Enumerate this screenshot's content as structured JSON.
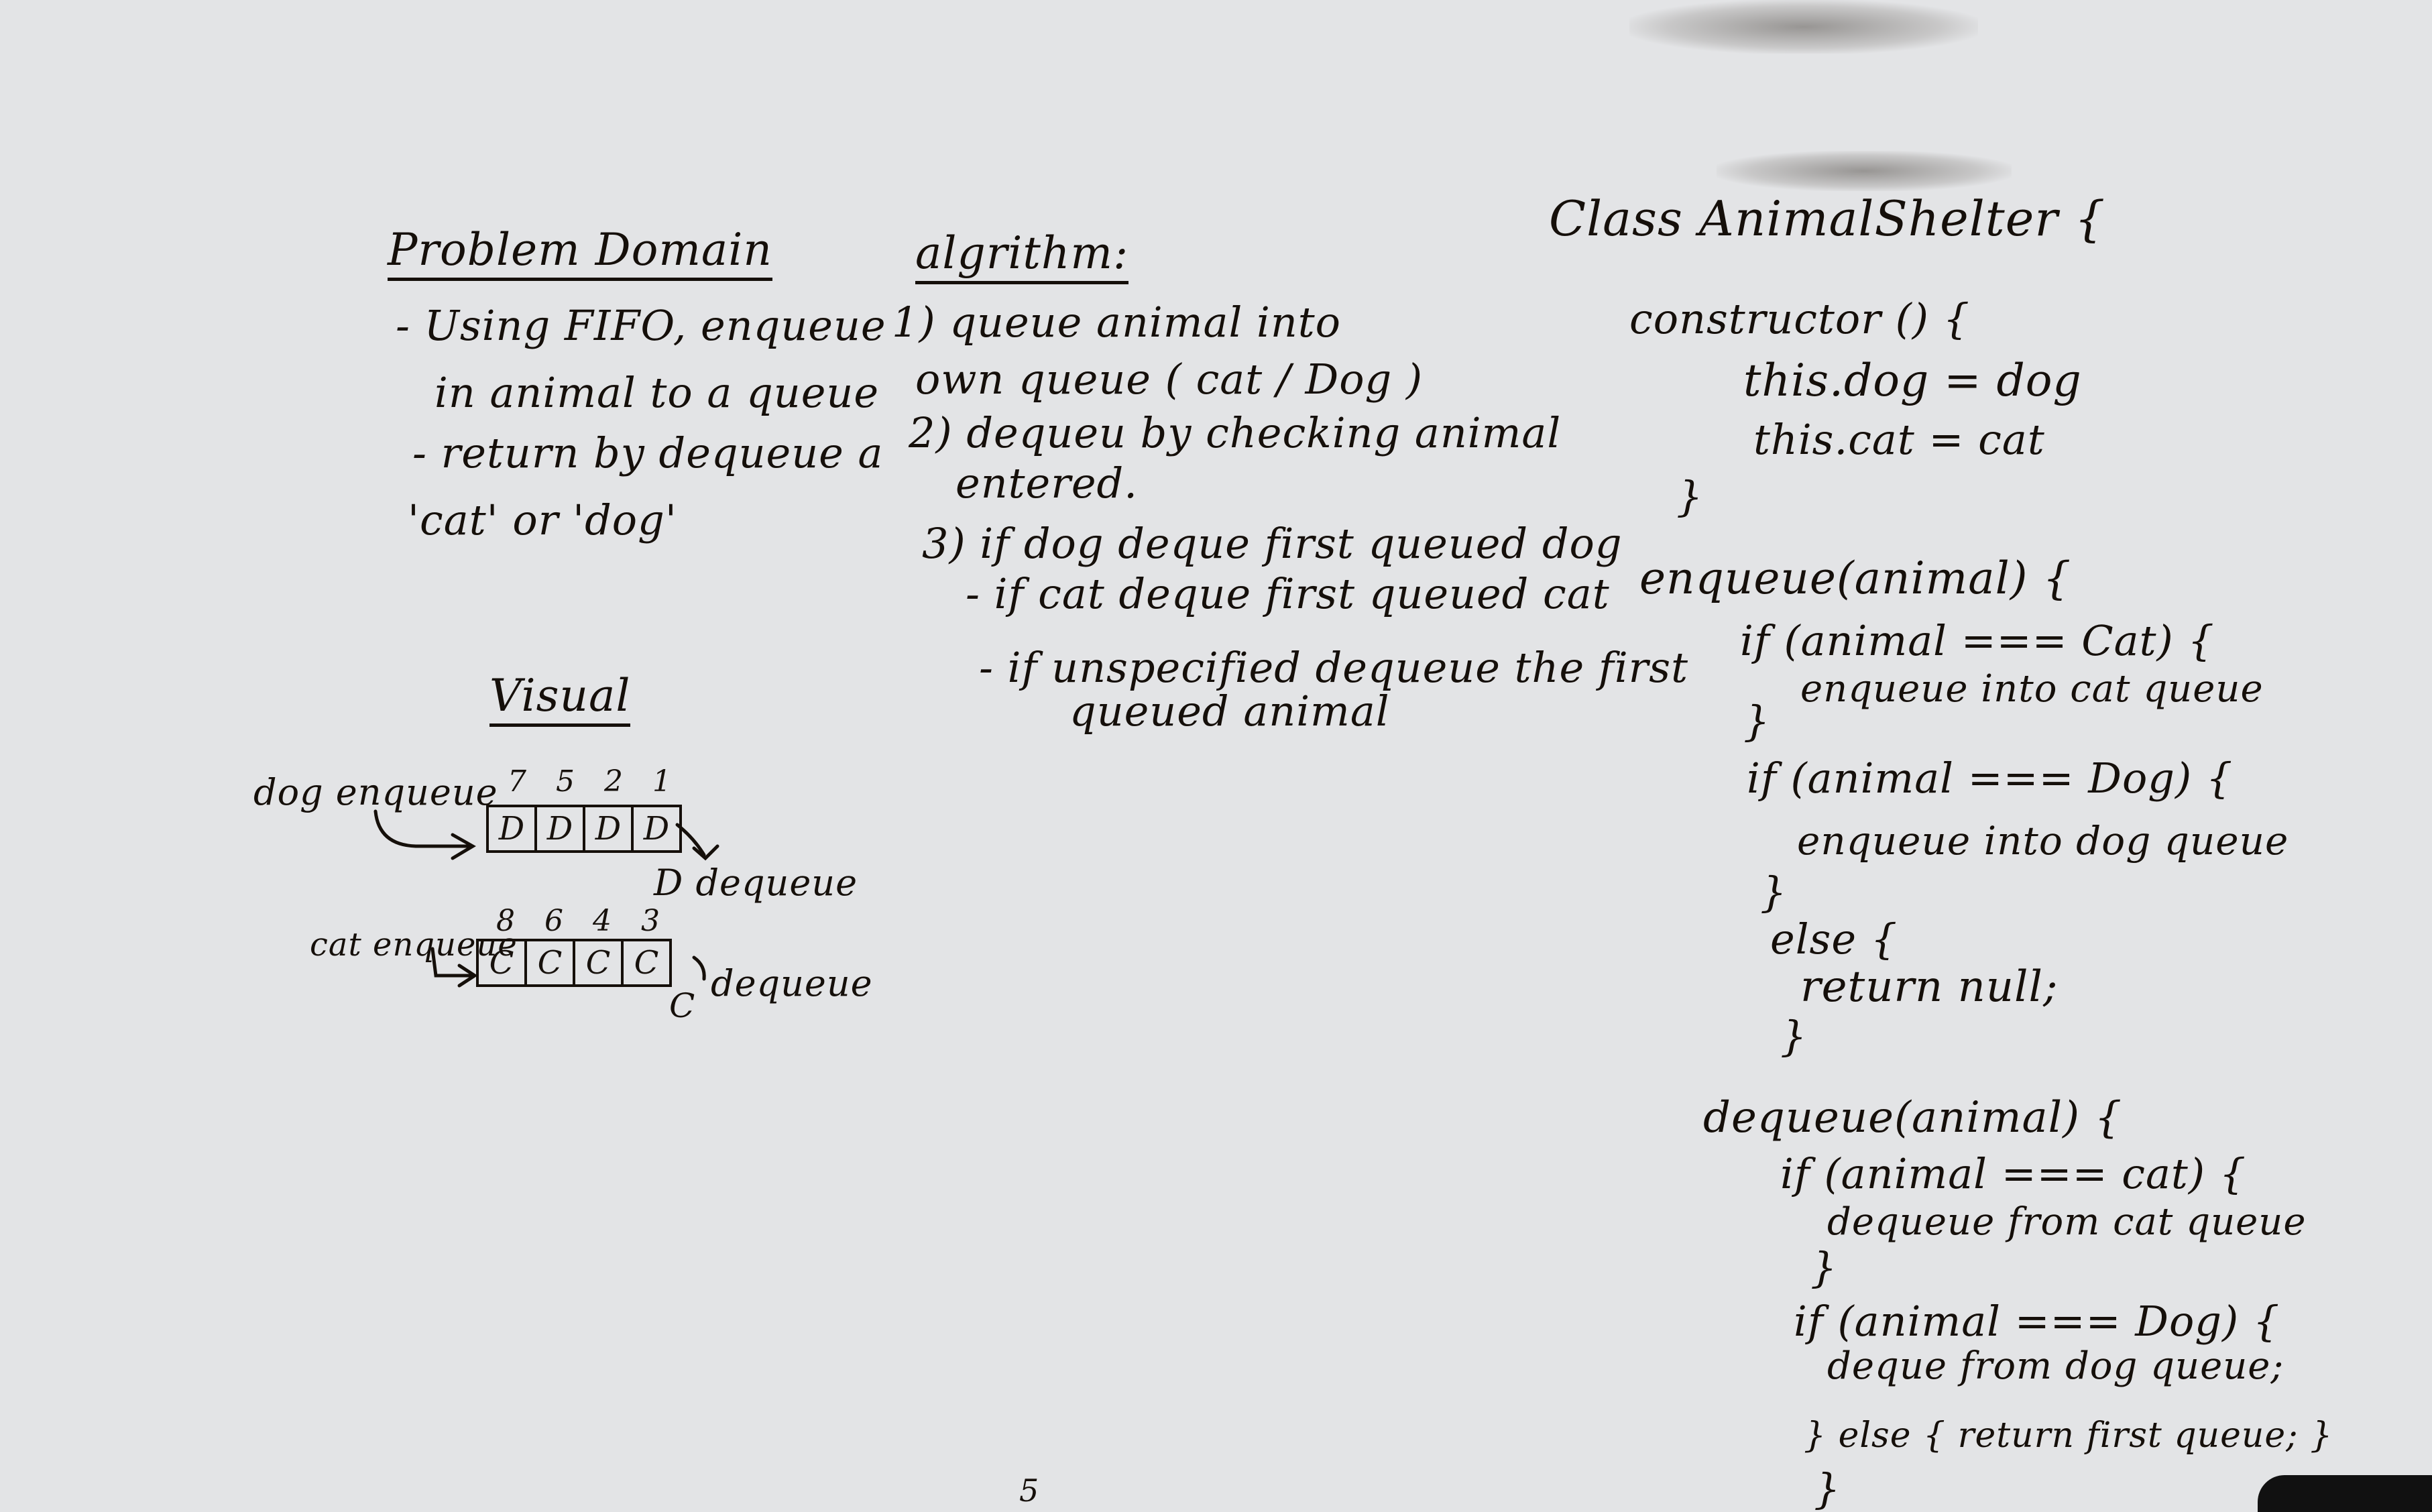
{
  "problem_domain": {
    "heading": "Problem Domain",
    "lines": [
      "- Using FIFO, enqueue",
      "in animal to a queue",
      "- return by dequeue a",
      "'cat' or 'dog'"
    ]
  },
  "algorithm": {
    "heading": "algrithm:",
    "lines": [
      "1) queue animal into",
      "own queue ( cat / Dog )",
      "2) dequeu by checking animal",
      "entered.",
      "3) if dog deque first queued dog",
      "- if cat deque first queued cat",
      "- if unspecified dequeue the first",
      "queued animal"
    ]
  },
  "visual": {
    "heading": "Visual",
    "dog_label": "dog enqueue",
    "dog_numbers": [
      "7",
      "5",
      "2",
      "1"
    ],
    "dog_cells": [
      "D",
      "D",
      "D",
      "D"
    ],
    "dog_out": "D dequeue",
    "cat_label": "cat enqueue",
    "cat_numbers": [
      "8",
      "6",
      "4",
      "3"
    ],
    "cat_cells": [
      "C",
      "C",
      "C",
      "C"
    ],
    "cat_out_letter": "C",
    "cat_out": "dequeue"
  },
  "code": {
    "class_line": "Class AnimalShelter {",
    "constructor_line": "constructor () {",
    "this_dog": "this.dog = dog",
    "this_cat": "this.cat = cat",
    "close1": "}",
    "enqueue_line": "enqueue(animal) {",
    "if_cat": "if (animal === Cat) {",
    "enq_cat": "enqueue into cat queue",
    "close2": "}",
    "if_dog": "if (animal === Dog) {",
    "enq_dog": "enqueue into dog queue",
    "close3": "}",
    "else_line": "else {",
    "return_null": "return null;",
    "close4": "}",
    "dequeue_line": "dequeue(animal) {",
    "if_cat2": "if (animal === cat) {",
    "deq_cat": "dequeue from cat queue",
    "close5": "}",
    "if_dog2": "if (animal === Dog) {",
    "deq_dog": "deque from dog queue;",
    "else_return": "} else { return first queue; }",
    "close6": "}"
  },
  "stray_mark": "5"
}
